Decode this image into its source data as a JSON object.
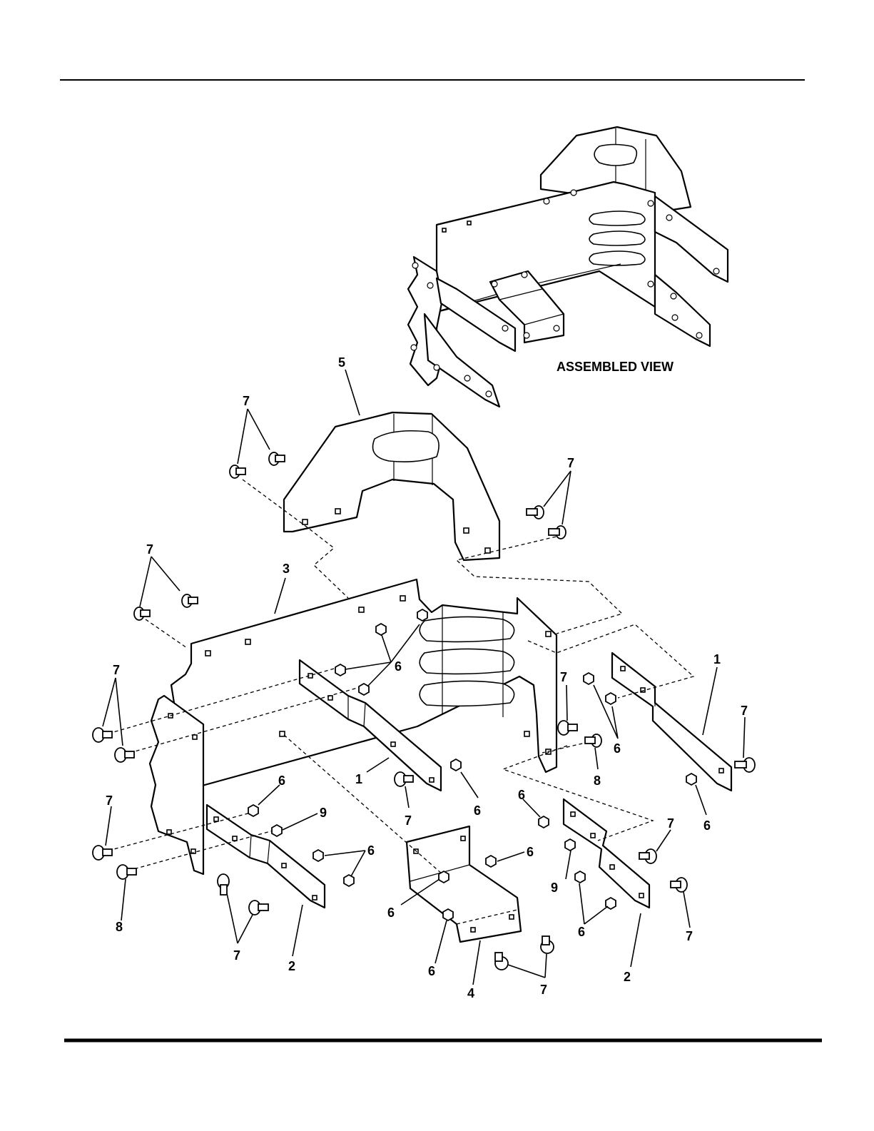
{
  "caption": "ASSEMBLED VIEW",
  "callouts": [
    {
      "id": "c-5",
      "label": "5"
    },
    {
      "id": "c-7a",
      "label": "7"
    },
    {
      "id": "c-7b",
      "label": "7"
    },
    {
      "id": "c-7c",
      "label": "7"
    },
    {
      "id": "c-3",
      "label": "3"
    },
    {
      "id": "c-7d",
      "label": "7"
    },
    {
      "id": "c-6a",
      "label": "6"
    },
    {
      "id": "c-1a",
      "label": "1"
    },
    {
      "id": "c-7e",
      "label": "7"
    },
    {
      "id": "c-6b",
      "label": "6"
    },
    {
      "id": "c-7f",
      "label": "7"
    },
    {
      "id": "c-1b",
      "label": "1"
    },
    {
      "id": "c-7g",
      "label": "7"
    },
    {
      "id": "c-6c",
      "label": "6"
    },
    {
      "id": "c-8a",
      "label": "8"
    },
    {
      "id": "c-6d",
      "label": "6"
    },
    {
      "id": "c-6e",
      "label": "6"
    },
    {
      "id": "c-6f",
      "label": "6"
    },
    {
      "id": "c-9a",
      "label": "9"
    },
    {
      "id": "c-7h",
      "label": "7"
    },
    {
      "id": "c-6g",
      "label": "6"
    },
    {
      "id": "c-6h",
      "label": "6"
    },
    {
      "id": "c-6i",
      "label": "6"
    },
    {
      "id": "c-7i",
      "label": "7"
    },
    {
      "id": "c-9b",
      "label": "9"
    },
    {
      "id": "c-8b",
      "label": "8"
    },
    {
      "id": "c-7j",
      "label": "7"
    },
    {
      "id": "c-2a",
      "label": "2"
    },
    {
      "id": "c-6j",
      "label": "6"
    },
    {
      "id": "c-6k",
      "label": "6"
    },
    {
      "id": "c-4",
      "label": "4"
    },
    {
      "id": "c-7k",
      "label": "7"
    },
    {
      "id": "c-6l",
      "label": "6"
    },
    {
      "id": "c-2b",
      "label": "2"
    },
    {
      "id": "c-7l",
      "label": "7"
    }
  ]
}
